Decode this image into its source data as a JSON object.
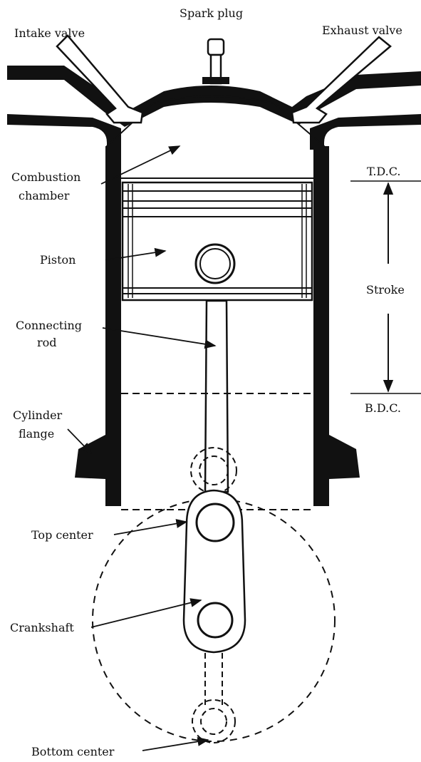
{
  "labels": {
    "spark_plug": "Spark plug",
    "intake_valve": "Intake valve",
    "exhaust_valve": "Exhaust valve",
    "combustion_1": "Combustion",
    "combustion_2": "chamber",
    "piston": "Piston",
    "connecting_1": "Connecting",
    "connecting_2": "rod",
    "cylinder_1": "Cylinder",
    "cylinder_2": "flange",
    "top_center": "Top center",
    "crankshaft": "Crankshaft",
    "bottom_center": "Bottom center",
    "tdc": "T.D.C.",
    "stroke": "Stroke",
    "bdc": "B.D.C."
  }
}
